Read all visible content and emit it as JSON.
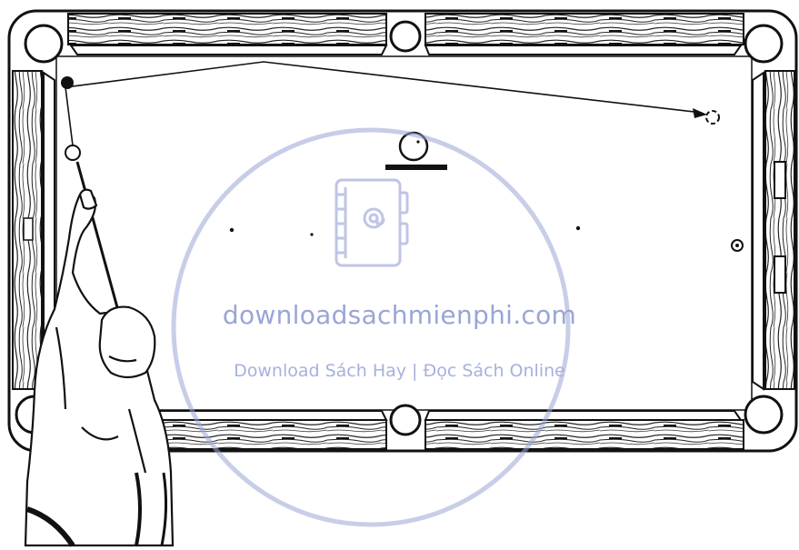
{
  "illustration": {
    "subject": "billiards-table-bank-shot",
    "colors": {
      "ink": "#111111",
      "paper": "#ffffff",
      "watermark": "#9aa5d6"
    }
  },
  "watermark": {
    "site": "downloadsachmienphi.com",
    "tagline": "Download Sách Hay | Đọc Sách Online",
    "icon": "address-book-at-icon"
  }
}
